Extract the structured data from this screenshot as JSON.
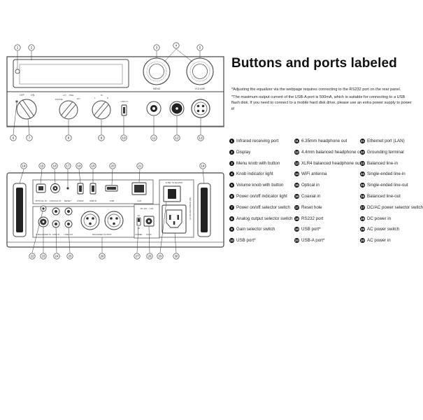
{
  "title": "Buttons and ports labeled",
  "notes": [
    "*Adjusting the equalizer via the webpage requires connecting to the RS232 port on the rear panel.",
    "*The maximum output current of the USB-A port is 500mA, which is suitable for connecting to a USB flash disk. If you need to connect to a mobile hard disk drive, please use an extra power supply to power it!"
  ],
  "legend": [
    {
      "num": "1",
      "label": "Infrared receiving port"
    },
    {
      "num": "2",
      "label": "Display"
    },
    {
      "num": "3",
      "label": "Menu knob with button"
    },
    {
      "num": "4",
      "label": "Knob indicator light"
    },
    {
      "num": "5",
      "label": "Volume knob with button"
    },
    {
      "num": "6",
      "label": "Power on/off indicator light"
    },
    {
      "num": "7",
      "label": "Power on/off selector switch"
    },
    {
      "num": "8",
      "label": "Analog output selector switch"
    },
    {
      "num": "9",
      "label": "Gain selector switch"
    },
    {
      "num": "10",
      "label": "USB port*"
    },
    {
      "num": "11",
      "label": "6.35mm headphone out"
    },
    {
      "num": "12",
      "label": "4.4mm balanced headphone out"
    },
    {
      "num": "13",
      "label": "XLR4 balanced headphone out"
    },
    {
      "num": "14",
      "label": "WiFi antenna"
    },
    {
      "num": "15",
      "label": "Optical in"
    },
    {
      "num": "16",
      "label": "Coaxial in"
    },
    {
      "num": "17",
      "label": "Reset hole"
    },
    {
      "num": "18",
      "label": "RS232 port"
    },
    {
      "num": "19",
      "label": "USB port*"
    },
    {
      "num": "20",
      "label": "USB-A port*"
    },
    {
      "num": "21",
      "label": "Ethernet port (LAN)"
    },
    {
      "num": "22",
      "label": "Grounding terminal"
    },
    {
      "num": "23",
      "label": "Balanced line-in"
    },
    {
      "num": "24",
      "label": "Single-ended line-in"
    },
    {
      "num": "25",
      "label": "Single-ended line-out"
    },
    {
      "num": "26",
      "label": "Balanced line-out"
    },
    {
      "num": "27",
      "label": "DC/AC power selector switch"
    },
    {
      "num": "28",
      "label": "DC power in"
    },
    {
      "num": "29",
      "label": "AC power switch"
    },
    {
      "num": "30",
      "label": "AC power in"
    }
  ],
  "front": {
    "callouts": [
      "1",
      "2",
      "3",
      "4",
      "5",
      "6",
      "7",
      "8",
      "9",
      "10",
      "11",
      "12",
      "13"
    ],
    "labels": {
      "menu": "MENU",
      "volume": "VOLUME",
      "on": "ON",
      "off": "OFF",
      "analog_positions": [
        "PHONE",
        "L/O",
        "PRE",
        "HO"
      ],
      "gain_positions": [
        "L",
        "M",
        "H"
      ],
      "usb": "USB IN"
    }
  },
  "rear": {
    "callouts": [
      "14",
      "15",
      "16",
      "17",
      "18",
      "19",
      "20",
      "21",
      "14",
      "22",
      "23",
      "24",
      "25",
      "26",
      "27",
      "28",
      "29",
      "30"
    ],
    "labels": {
      "optical": "OPTICAL IN",
      "coaxial": "COAXIAL IN",
      "reset": "RESET",
      "rs232": "RS232",
      "usb_in": "USB IN",
      "usb": "USB",
      "lan": "LAN",
      "xlr_in": "X-BALANCED IN",
      "line_in": "LINE IN",
      "line_out": "LINE OUT",
      "balanced_out": "BALANCED OUTPUT",
      "dc_rating": "DC 12V ⎓ 2.5A",
      "dc": "DC",
      "ac": "AC",
      "power": "POWER",
      "dc_in": "DC IN",
      "fuse": "FUSE: T2.5AL250V",
      "ac_rating": "AC 100-240V 50/60Hz 30W"
    }
  }
}
